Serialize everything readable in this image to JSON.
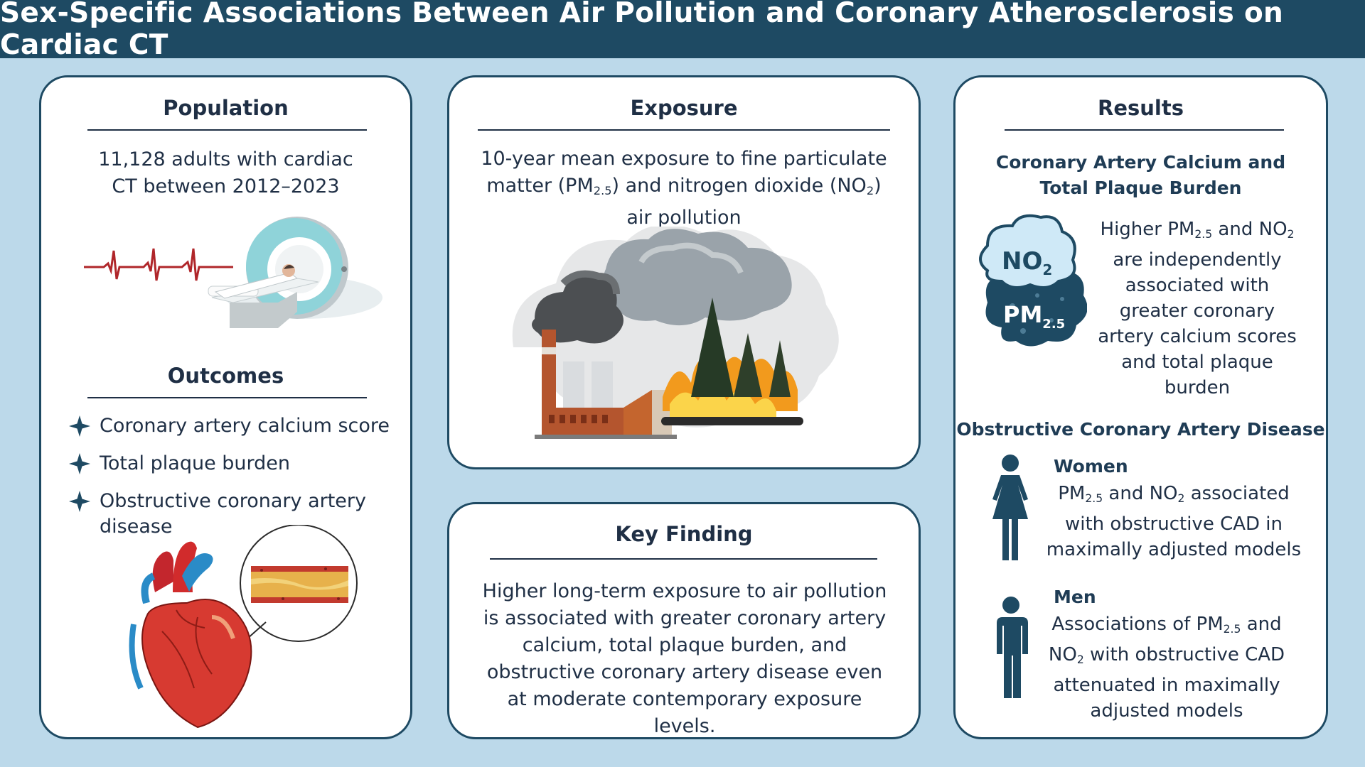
{
  "title": "Sex-Specific Associations Between Air Pollution and Coronary Atherosclerosis on Cardiac CT",
  "population": {
    "heading": "Population",
    "line1": "11,128 adults with cardiac",
    "line2": "CT between 2012–2023"
  },
  "outcomes": {
    "heading": "Outcomes",
    "items": [
      "Coronary artery calcium score",
      "Total plaque burden",
      "Obstructive coronary artery disease"
    ]
  },
  "exposure": {
    "heading": "Exposure",
    "line1": "10-year mean exposure to fine particulate",
    "line2_a": "matter (PM",
    "line2_sub1": "2.5",
    "line2_b": ") and nitrogen dioxide (NO",
    "line2_sub2": "2",
    "line2_c": ")",
    "line3": "air pollution"
  },
  "key_finding": {
    "heading": "Key Finding",
    "text": "Higher long-term exposure to air pollution is associated with greater coronary artery calcium, total plaque burden, and obstructive coronary artery disease even at moderate contemporary exposure levels."
  },
  "results": {
    "heading": "Results",
    "cac_heading_1": "Coronary Artery Calcium and",
    "cac_heading_2": "Total Plaque Burden",
    "cac_a": "Higher PM",
    "cac_sub1": "2.5",
    "cac_b": " and NO",
    "cac_sub2": "2",
    "cac_rest": "are independently associated with greater coronary artery calcium scores and total plaque burden",
    "cloud_no2": "NO",
    "cloud_no2_sub": "2",
    "cloud_pm": "PM",
    "cloud_pm_sub": "2.5",
    "ocad_heading": "Obstructive Coronary Artery Disease",
    "women_label": "Women",
    "women_a": "PM",
    "women_sub1": "2.5",
    "women_b": " and NO",
    "women_sub2": "2",
    "women_c": " associated",
    "women_rest": "with obstructive CAD in maximally adjusted models",
    "men_label": "Men",
    "men_a": "Associations of PM",
    "men_sub1": "2.5",
    "men_b": " and",
    "men_c": "NO",
    "men_sub2": "2",
    "men_d": " with obstructive CAD",
    "men_rest": "attenuated in maximally adjusted models"
  },
  "colors": {
    "background": "#bcd9ea",
    "title_bar": "#1e4a63",
    "panel_border": "#1e4a63",
    "text": "#1f2f45",
    "teal": "#8fd3d9",
    "figure": "#1e4a63"
  },
  "icons": [
    "ekg-line-icon",
    "ct-scanner-icon",
    "star-bullet-icon",
    "heart-icon",
    "artery-plaque-icon",
    "pollution-scene-icon",
    "no2-pm25-cloud-icon",
    "woman-icon",
    "man-icon"
  ]
}
